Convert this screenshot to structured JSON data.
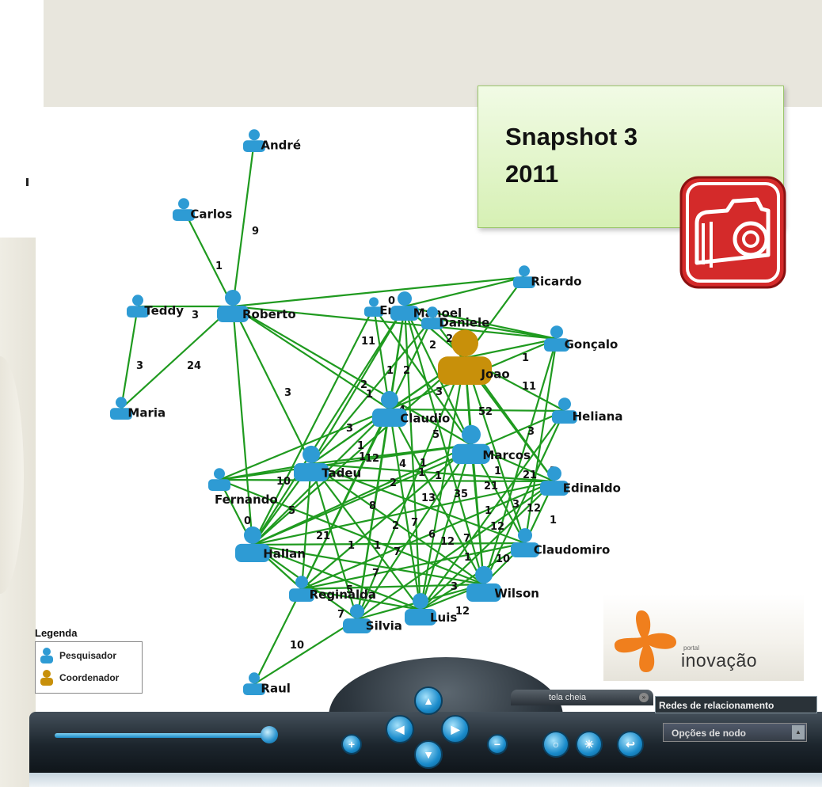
{
  "note": {
    "title": "Snapshot 3",
    "year": "2011"
  },
  "graph": {
    "nodes": [
      {
        "name": "André",
        "type": "pesquisador"
      },
      {
        "name": "Carlos",
        "type": "pesquisador"
      },
      {
        "name": "Roberto",
        "type": "pesquisador"
      },
      {
        "name": "Teddy",
        "type": "pesquisador"
      },
      {
        "name": "Maria",
        "type": "pesquisador"
      },
      {
        "name": "Ricardo",
        "type": "pesquisador"
      },
      {
        "name": "Er",
        "type": "pesquisador"
      },
      {
        "name": "Manoel",
        "type": "pesquisador"
      },
      {
        "name": "Daniele",
        "type": "pesquisador"
      },
      {
        "name": "Joao",
        "type": "coordenador"
      },
      {
        "name": "Gonçalo",
        "type": "pesquisador"
      },
      {
        "name": "Claudio",
        "type": "pesquisador"
      },
      {
        "name": "Heliana",
        "type": "pesquisador"
      },
      {
        "name": "Marcos",
        "type": "pesquisador"
      },
      {
        "name": "Tadeu",
        "type": "pesquisador"
      },
      {
        "name": "Fernando",
        "type": "pesquisador"
      },
      {
        "name": "Edinaldo",
        "type": "pesquisador"
      },
      {
        "name": "Hallan",
        "type": "pesquisador"
      },
      {
        "name": "Claudomiro",
        "type": "pesquisador"
      },
      {
        "name": "Reginalda",
        "type": "pesquisador"
      },
      {
        "name": "Wilson",
        "type": "pesquisador"
      },
      {
        "name": "Silvia",
        "type": "pesquisador"
      },
      {
        "name": "Luis",
        "type": "pesquisador"
      },
      {
        "name": "Raul",
        "type": "pesquisador"
      }
    ],
    "edge_labels": [
      "9",
      "1",
      "3",
      "3",
      "24",
      "3",
      "0",
      "11",
      "2",
      "2",
      "1",
      "1",
      "2",
      "2",
      "3",
      "1",
      "3",
      "4",
      "1",
      "5",
      "1",
      "52",
      "1",
      "1",
      "11",
      "3",
      "12",
      "4",
      "2",
      "1",
      "1",
      "13",
      "35",
      "21",
      "21",
      "3",
      "12",
      "2",
      "1",
      "10",
      "0",
      "5",
      "8",
      "2",
      "7",
      "1",
      "12",
      "21",
      "1",
      "1",
      "7",
      "12",
      "6",
      "7",
      "1",
      "10",
      "5",
      "7",
      "3",
      "7",
      "12",
      "10"
    ]
  },
  "legend": {
    "title": "Legenda",
    "items": [
      {
        "label": "Pesquisador",
        "color": "#2e9bd4"
      },
      {
        "label": "Coordenador",
        "color": "#c8900a"
      }
    ]
  },
  "logo": {
    "small": "portal",
    "brand": "inovação"
  },
  "toolbar": {
    "tela_cheia": "tela cheia",
    "redes": "Redes de relacionamento",
    "opcoes": "Opções de nodo"
  },
  "colors": {
    "pesquisador": "#2e9bd4",
    "coordenador": "#c8900a",
    "edge": "#1f9a1f",
    "note_bg": "#dff5c4"
  }
}
